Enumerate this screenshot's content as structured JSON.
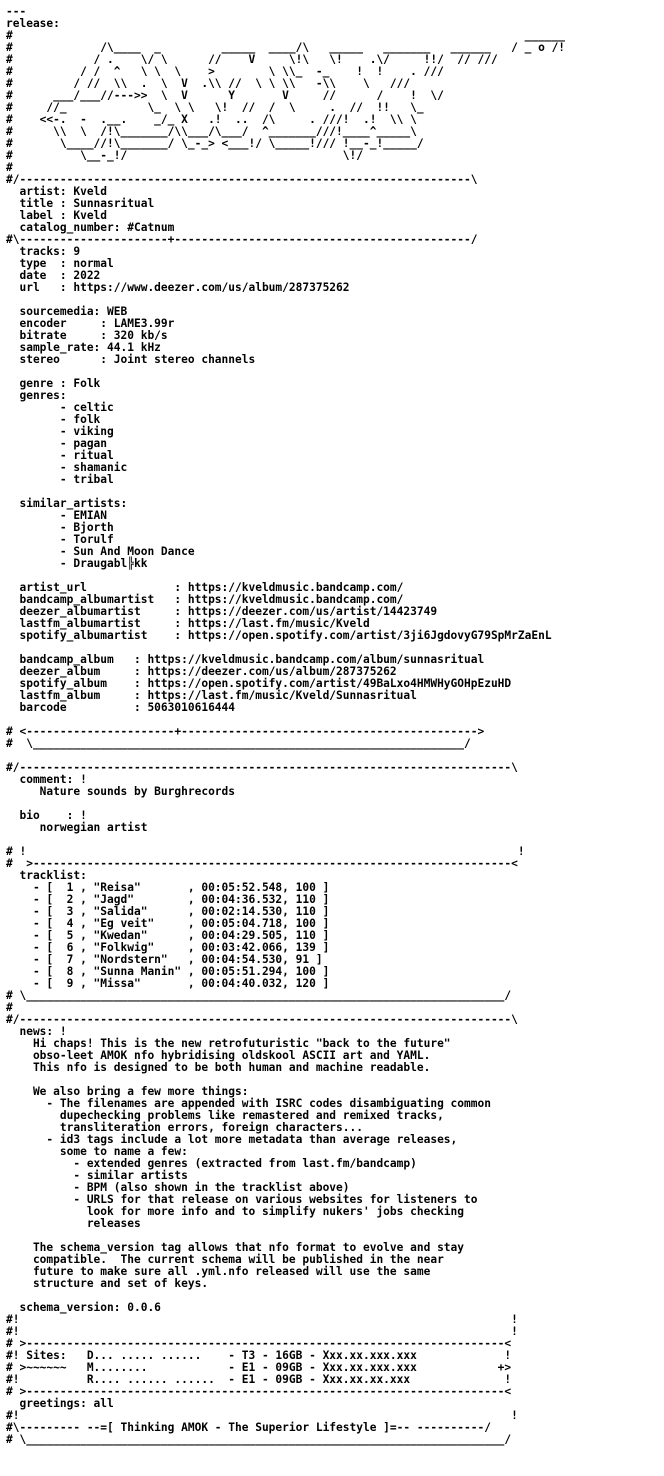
{
  "lines": [
    "---",
    "release:",
    "#                                                                            ______",
    "#             /\\____  _         _____  ____/\\   _____   _______   ______   / _ o /!",
    "#            / .    \\/ \\      //    V     \\!\\   \\!    .\\/     !!/  // ///",
    "#          / /  ^   \\ \\  \\    >        \\ \\\\_  -_    !  !    . ///",
    "#         / //  \\\\  .  \\  V  .\\\\ //  \\ \\ \\\\   -\\\\    \\   ///",
    "#      ___/___//--->>  \\  V      Y       V     //      /    !  \\/",
    "#     //_            \\_  \\ \\   \\!  //  /  \\     .  //  !!   \\_",
    "#    <<-.  -  .__.    _/_ X   .!  ..  /\\     . ///!  .!  \\\\ \\",
    "#      \\\\  \\  /!\\_______/\\\\___/\\___/  ^_______///!____^_____\\",
    "#       \\____//!\\_______/ \\_-_> <___!/ \\_____!/// !__-_!_____/",
    "#          \\__-_!/                                \\!/",
    "#",
    "#/-------------------------------------------------------------------\\",
    "  artist: Kveld",
    "  title : Sunnasritual",
    "  label : Kveld",
    "  catalog_number: #Catnum",
    "#\\----------------------+--------------------------------------------/",
    "  tracks: 9",
    "  type  : normal",
    "  date  : 2022",
    "  url   : https://www.deezer.com/us/album/287375262",
    "",
    "  sourcemedia: WEB",
    "  encoder     : LAME3.99r",
    "  bitrate     : 320 kb/s",
    "  sample_rate: 44.1 kHz",
    "  stereo      : Joint stereo channels",
    "",
    "  genre : Folk",
    "  genres:",
    "        - celtic",
    "        - folk",
    "        - viking",
    "        - pagan",
    "        - ritual",
    "        - shamanic",
    "        - tribal",
    "",
    "  similar_artists:",
    "        - EMIAN",
    "        - Bjorth",
    "        - Torulf",
    "        - Sun And Moon Dance",
    "        - Draugabl╠kk",
    "",
    "  artist_url             : https://kveldmusic.bandcamp.com/",
    "  bandcamp_albumartist   : https://kveldmusic.bandcamp.com/",
    "  deezer_albumartist     : https://deezer.com/us/artist/14423749",
    "  lastfm_albumartist     : https://last.fm/music/Kveld",
    "  spotify_albumartist    : https://open.spotify.com/artist/3ji6JgdovyG79SpMrZaEnL",
    "",
    "  bandcamp_album   : https://kveldmusic.bandcamp.com/album/sunnasritual",
    "  deezer_album     : https://deezer.com/us/album/287375262",
    "  spotify_album    : https://open.spotify.com/artist/49BaLxo4HMWHyGOHpEzuHD",
    "  lastfm_album     : https://last.fm/music/Kveld/Sunnasritual",
    "  barcode          : 5063010616444",
    "",
    "# <----------------------+-------------------------------------------->",
    "#  \\________________________________________________________________/",
    "",
    "#/-------------------------------------------------------------------------\\",
    "  comment: !",
    "     Nature sounds by Burghrecords",
    "",
    "  bio    : !",
    "     norwegian artist",
    "",
    "# !                                                                         !",
    "#  >-----------------------------------------------------------------------<",
    "  tracklist:",
    "    - [  1 , \"Reisa\"       , 00:05:52.548, 100 ]",
    "    - [  2 , \"Jagd\"        , 00:04:36.532, 110 ]",
    "    - [  3 , \"Salida\"      , 00:02:14.530, 110 ]",
    "    - [  4 , \"Eg veit\"     , 00:05:04.718, 100 ]",
    "    - [  5 , \"Kwedan\"      , 00:04:29.505, 110 ]",
    "    - [  6 , \"Folkwig\"     , 00:03:42.066, 139 ]",
    "    - [  7 , \"Nordstern\"   , 00:04:54.530, 91 ]",
    "    - [  8 , \"Sunna Manin\" , 00:05:51.294, 100 ]",
    "    - [  9 , \"Missa\"       , 00:04:40.032, 120 ]",
    "# \\_______________________________________________________________________/",
    "#",
    "#/-------------------------------------------------------------------------\\",
    "  news: !",
    "    Hi chaps! This is the new retrofuturistic \"back to the future\"",
    "    obso-leet AMOK nfo hybridising oldskool ASCII art and YAML.",
    "    This nfo is designed to be both human and machine readable.",
    "",
    "    We also bring a few more things:",
    "      - The filenames are appended with ISRC codes disambiguating common",
    "        dupechecking problems like remastered and remixed tracks,",
    "        transliteration errors, foreign characters...",
    "      - id3 tags include a lot more metadata than average releases,",
    "        some to name a few:",
    "          - extended genres (extracted from last.fm/bandcamp)",
    "          - similar artists",
    "          - BPM (also shown in the tracklist above)",
    "          - URLS for that release on various websites for listeners to",
    "            look for more info and to simplify nukers' jobs checking",
    "            releases",
    "",
    "    The schema_version tag allows that nfo format to evolve and stay",
    "    compatible.  The current schema will be published in the near",
    "    future to make sure all .yml.nfo released will use the same",
    "    structure and set of keys.",
    "",
    "  schema_version: 0.0.6",
    "#!                                                                         !",
    "#!                                                                         !",
    "# >-----------------------------------------------------------------------<",
    "#! Sites:   D... ..... ......    - T3 - 16GB - Xxx.xx.xxx.xxx             !",
    "# >~~~~~~   M........            - E1 - 09GB - Xxx.xx.xxx.xxx            +>",
    "#!          R.... ...... ......  - E1 - 09GB - Xxx.xx.xx.xxx              !",
    "# >-----------------------------------------------------------------------<",
    "  greetings: all",
    "#!                                                                         !",
    "#\\--------- --=[ Thinking AMOK - The Superior Lifestyle ]=-- ----------/",
    "# \\_______________________________________________________________________/"
  ]
}
